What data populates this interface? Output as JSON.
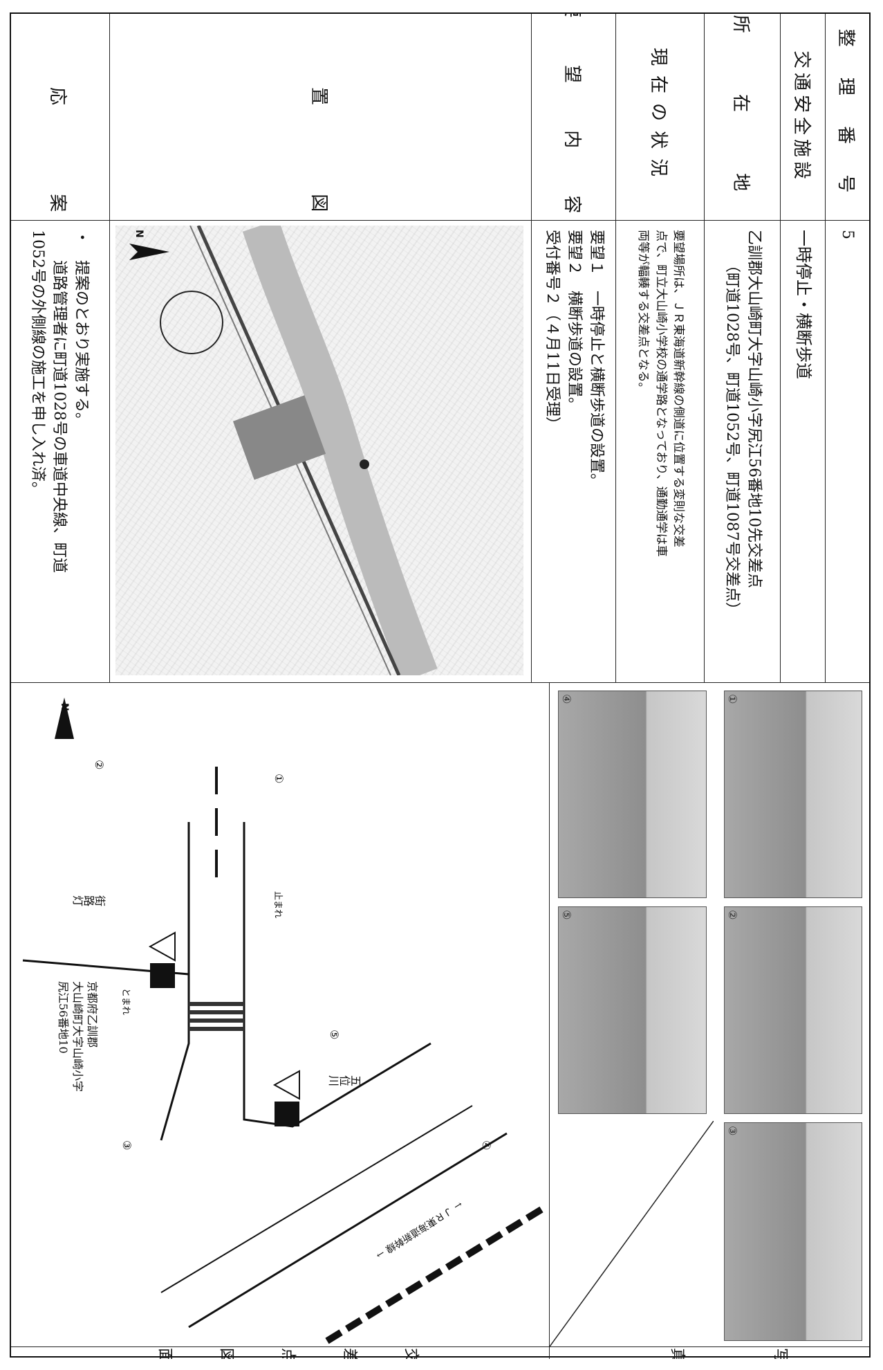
{
  "labels": {
    "number": "整 理 番 号",
    "facility": "交通安全施設",
    "location": "所 在 地",
    "status": "現在の状況",
    "request": "要 望 内 容",
    "map": "位 置 図",
    "response": "対 応 案"
  },
  "values": {
    "number": "5",
    "facility": "一時停止・横断歩道",
    "location_lines": [
      "乙訓郡大山崎町大字山崎小字尻江56番地10先交差点",
      "（町道1028号、町道1052号、町道1087号交差点）"
    ],
    "status_lines": [
      "要望場所は、ＪＲ東海道新幹線の側道に位置する変則な交差",
      "点で、町立大山崎小学校の通学路となっており、通勤通学は車",
      "両等が輻輳する交差点となる。"
    ],
    "request_lines": [
      "要望１　一時停止と横断歩道の設置。",
      "要望２　横断歩道の設置。",
      "受付番号２（４月11日受理）"
    ],
    "response_lines": [
      "・　提案のとおり実施する。",
      "　　道路管理者に町道1028号の車道中央線、町道",
      "1052号の外側線の施工を申し入れ済。"
    ]
  },
  "photos": {
    "heading": "写 真",
    "numbers": [
      "①",
      "②",
      "③",
      "④",
      "⑤"
    ]
  },
  "diagram": {
    "heading": "交 差 点 図 面",
    "river": "五位川",
    "streetlight": "街路灯",
    "rail": "← ＪＲ東海道新幹線 →",
    "address_lines": [
      "京都府乙訓郡",
      "大山崎町大字山崎小字",
      "尻江56番地10"
    ],
    "north": "N",
    "sign_text": [
      "止まれ",
      "とまれ"
    ],
    "points": [
      "①",
      "②",
      "③",
      "④",
      "⑤"
    ]
  },
  "map": {
    "north": "N"
  },
  "colors": {
    "ink": "#111111",
    "photo_gray": "#b0b0b0"
  }
}
